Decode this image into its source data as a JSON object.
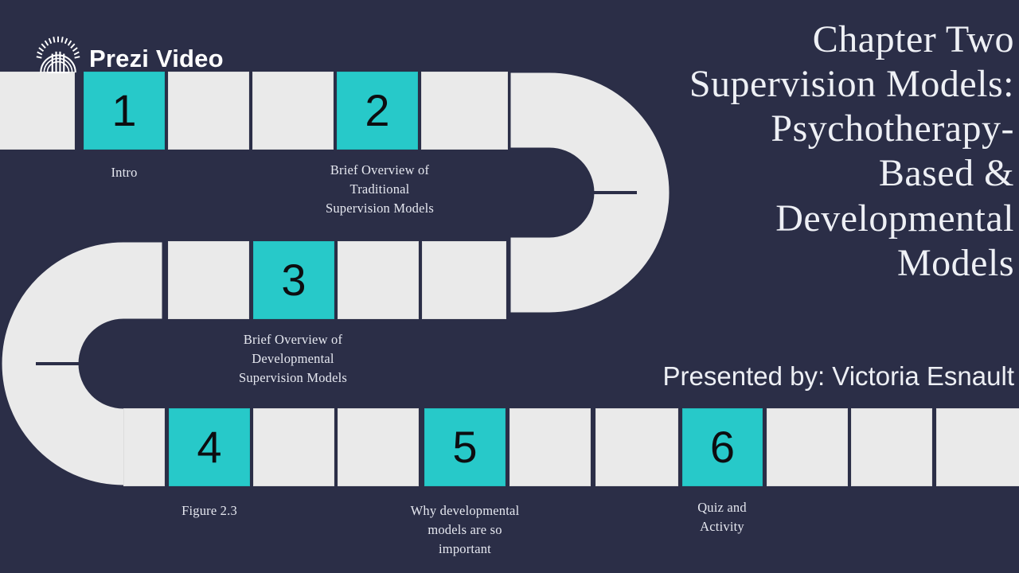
{
  "brand": {
    "name": "Prezi Video",
    "logo_icon": "prezi-circular-emblem-icon"
  },
  "colors": {
    "background": "#2b2e47",
    "block": "#eaeaea",
    "accent_teal": "#27c9c9",
    "text_light": "#eef0f5",
    "number_dark": "#0d0d10"
  },
  "title": {
    "lines": [
      "Chapter Two",
      "Supervision Models:",
      "Psychotherapy-",
      "Based &",
      "Developmental",
      "Models"
    ]
  },
  "presenter": {
    "text": "Presented by: Victoria Esnault"
  },
  "timeline": {
    "steps": [
      {
        "number": "1",
        "caption": "Intro"
      },
      {
        "number": "2",
        "caption": "Brief Overview of\nTraditional\nSupervision Models"
      },
      {
        "number": "3",
        "caption": "Brief Overview of\nDevelopmental\nSupervision Models"
      },
      {
        "number": "4",
        "caption": "Figure 2.3"
      },
      {
        "number": "5",
        "caption": "Why developmental\nmodels are so\nimportant"
      },
      {
        "number": "6",
        "caption": "Quiz and\nActivity"
      }
    ]
  }
}
